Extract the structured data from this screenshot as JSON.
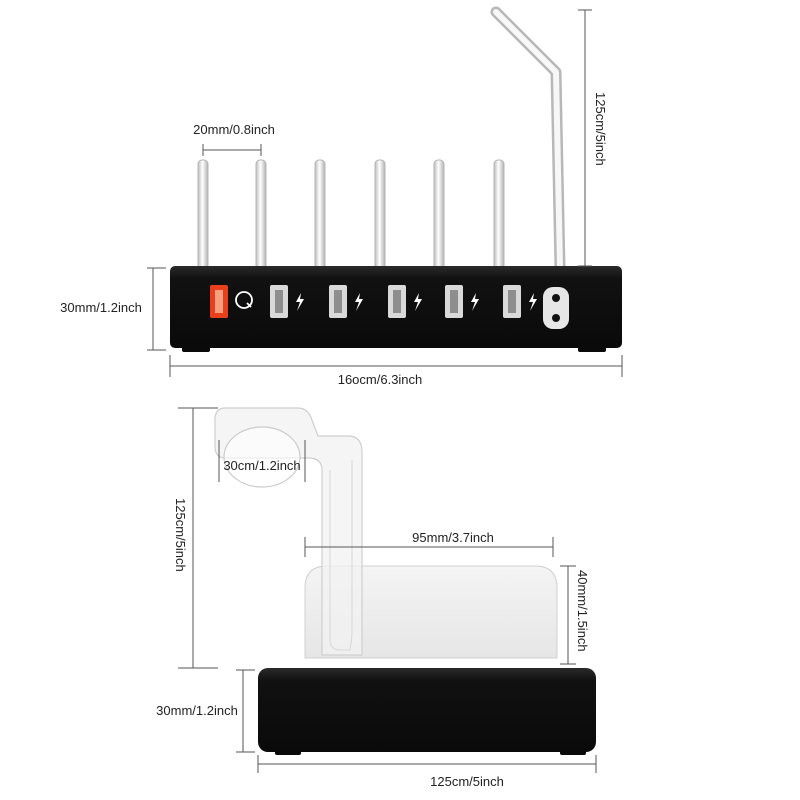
{
  "front_view": {
    "slot_gap_label": "20mm/0.8inch",
    "height_label": "30mm/1.2inch",
    "width_label": "16ocm/6.3inch",
    "stand_height_label": "125cm/5inch",
    "ports": [
      {
        "kind": "usb-qc",
        "icon": "qc-icon"
      },
      {
        "kind": "usb",
        "icon": "lightning-icon"
      },
      {
        "kind": "usb",
        "icon": "lightning-icon"
      },
      {
        "kind": "usb",
        "icon": "lightning-icon"
      },
      {
        "kind": "usb",
        "icon": "lightning-icon"
      },
      {
        "kind": "usb",
        "icon": "lightning-icon"
      },
      {
        "kind": "power",
        "icon": "power-socket-icon"
      }
    ]
  },
  "side_view": {
    "watch_ring_label": "30cm/1.2inch",
    "stand_height_label": "125cm/5inch",
    "pad_width_label": "95mm/3.7inch",
    "pad_height_label": "40mm/1.5inch",
    "base_height_label": "30mm/1.2inch",
    "base_width_label": "125cm/5inch"
  },
  "colors": {
    "base": "#111111",
    "qc_port": "#e8401c",
    "dimension_line": "#555555",
    "divider": "#c8c8c8"
  }
}
